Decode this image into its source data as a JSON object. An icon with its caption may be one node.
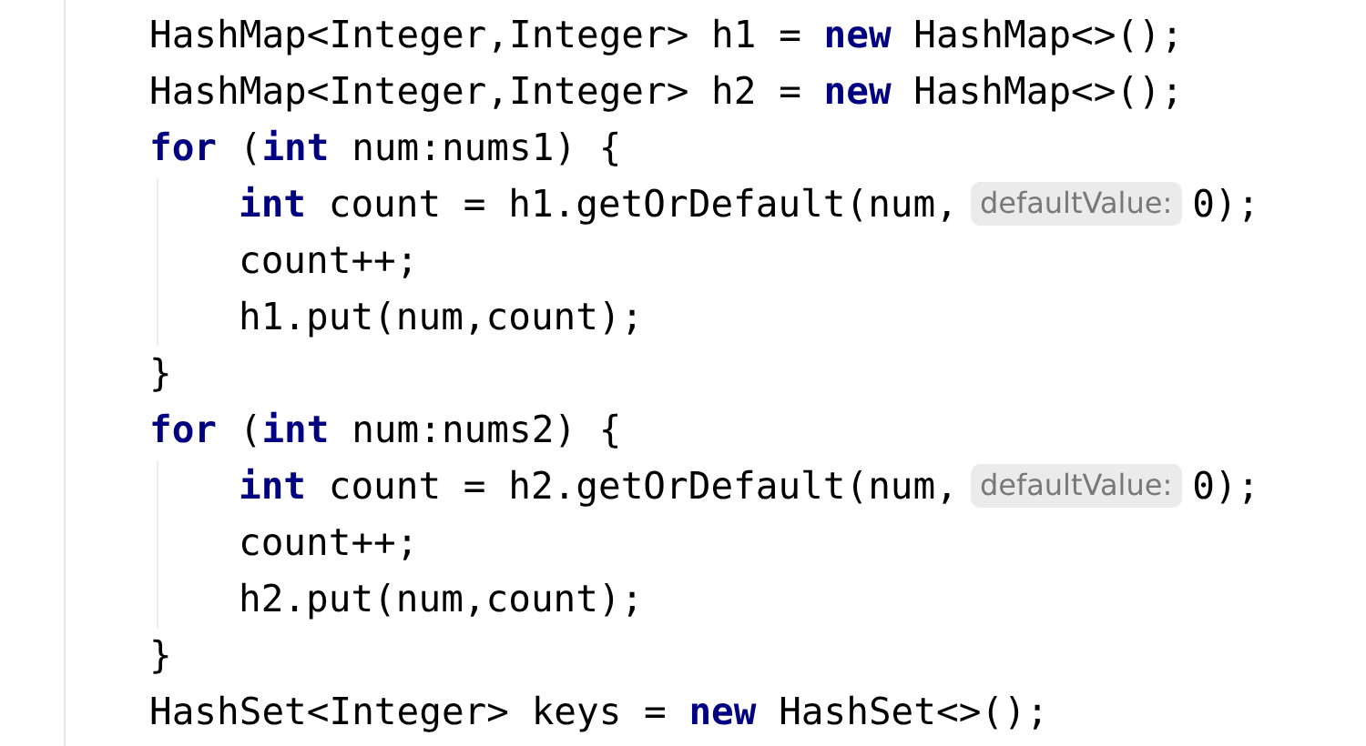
{
  "diagram": {
    "labels": [
      "HashMap<Integer,Integer> h1 = **new** HashMap<>();",
      "HashMap<Integer,Integer> h2 = **new** HashMap<>();",
      "**for** (**int** num:nums1) {",
      "**int** count = h1.getOrDefault(num,",
      "defaultValue:",
      "0);",
      "count++;",
      "h1.put(num,count);",
      "}",
      "**for** (**int** num:nums2) {",
      "**int** count = h2.getOrDefault(num,",
      "defaultValue:",
      "0);",
      "count++;",
      "h2.put(num,count);",
      "}",
      "HashSet<Integer> keys = **new** HashSet<>();"
    ]
  }
}
